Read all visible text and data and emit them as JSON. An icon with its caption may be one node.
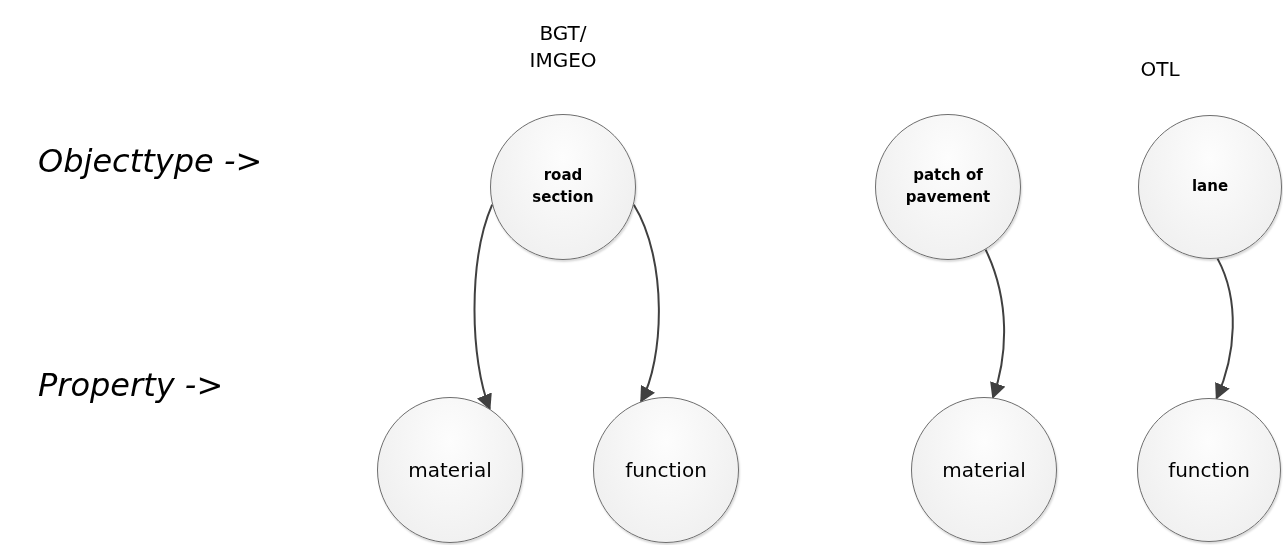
{
  "diagram": {
    "nodes": [
      {
        "text": [
          "road section"
        ]
      },
      {
        "text": [
          "material"
        ]
      },
      {
        "text": [
          "function"
        ]
      },
      {
        "text": [
          "patch of pavement"
        ]
      },
      {
        "text": [
          "lane"
        ]
      },
      {
        "text": [
          "material"
        ]
      },
      {
        "text": [
          "function"
        ]
      }
    ],
    "edges": [
      {
        "from": 0,
        "to": 1,
        "arrow": "to"
      },
      {
        "from": 0,
        "to": 2,
        "arrow": "to"
      },
      {
        "from": 3,
        "to": 5,
        "arrow": "to"
      },
      {
        "from": 4,
        "to": 6,
        "arrow": "to"
      }
    ],
    "labels": [
      "BGT/ IMGEO",
      "OTL",
      "Objecttype ->",
      "Property ->"
    ]
  }
}
